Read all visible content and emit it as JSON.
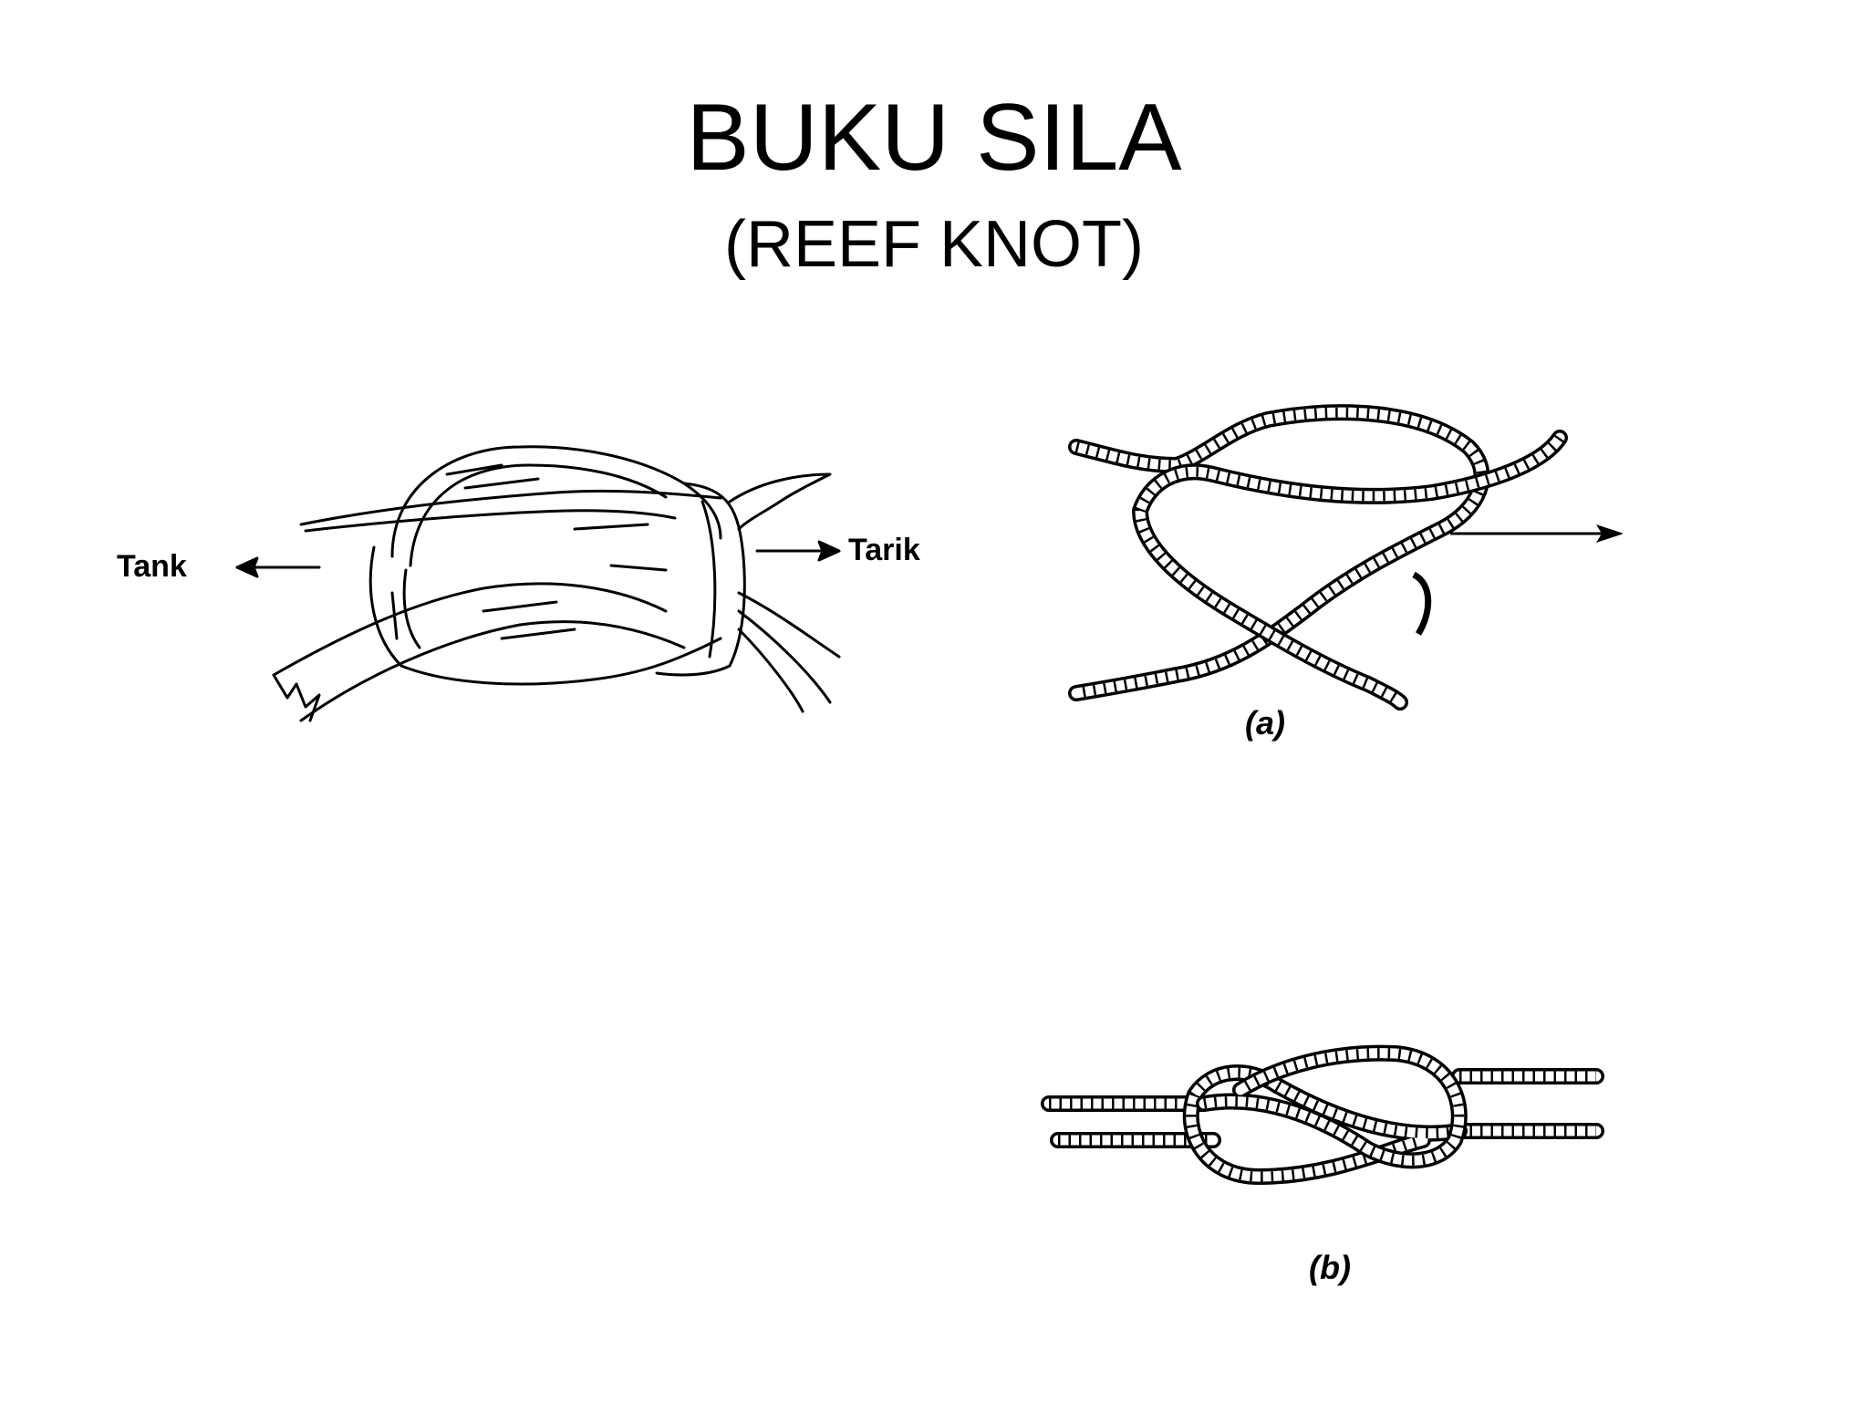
{
  "slide": {
    "title": "BUKU SILA",
    "subtitle": "(REEF KNOT)"
  },
  "sketch_figure": {
    "label_left": "Tank",
    "label_right": "Tarik"
  },
  "rope_figure_a": {
    "caption": "(a)"
  },
  "rope_figure_b": {
    "caption": "(b)"
  },
  "colors": {
    "ink": "#000000",
    "background": "#ffffff"
  }
}
